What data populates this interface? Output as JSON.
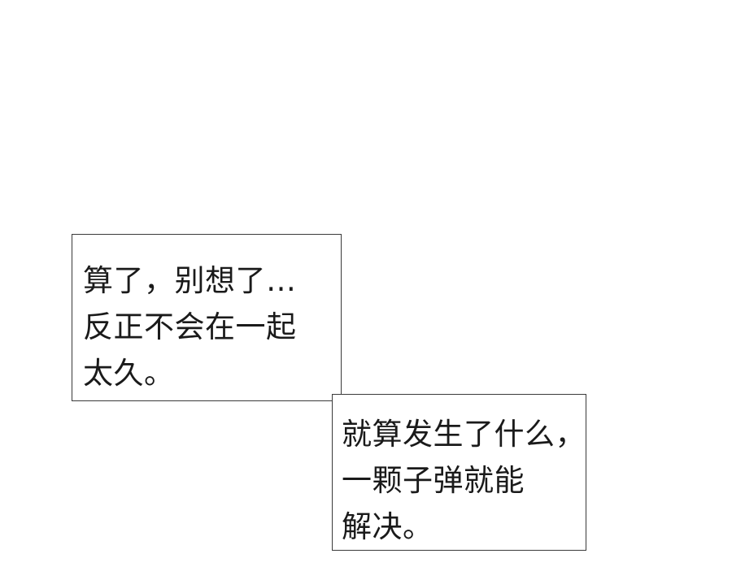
{
  "captions": [
    {
      "lines": [
        "算了，别想了…",
        "反正不会在一起",
        "太久。"
      ]
    },
    {
      "lines": [
        "就算发生了什么，",
        "一颗子弹就能",
        "解决。"
      ]
    }
  ]
}
